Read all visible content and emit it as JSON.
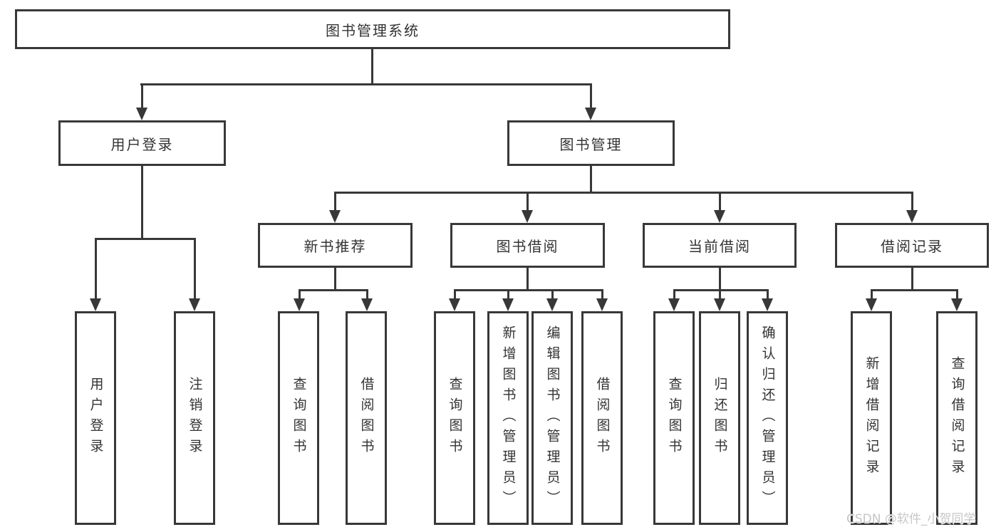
{
  "diagram": {
    "root": "图书管理系统",
    "level2": {
      "user_login": "用户登录",
      "book_mgmt": "图书管理"
    },
    "level3": {
      "new_book": "新书推荐",
      "book_borrow": "图书借阅",
      "current_borrow": "当前借阅",
      "borrow_record": "借阅记录"
    },
    "leaves": {
      "user_login": [
        "用户登录",
        "注销登录"
      ],
      "new_book": [
        "查询图书",
        "借阅图书"
      ],
      "book_borrow": [
        "查询图书",
        "新增图书（管理员）",
        "编辑图书（管理员）",
        "借阅图书"
      ],
      "current_borrow": [
        "查询图书",
        "归还图书",
        "确认归还（管理员）"
      ],
      "borrow_record": [
        "新增借阅记录",
        "查询借阅记录"
      ]
    }
  },
  "watermark": {
    "text": "CSDN @软件_小贺同学"
  },
  "colors": {
    "line": "#383838",
    "text": "#333333",
    "background": "#ffffff",
    "watermark": "#c6c6c6"
  }
}
